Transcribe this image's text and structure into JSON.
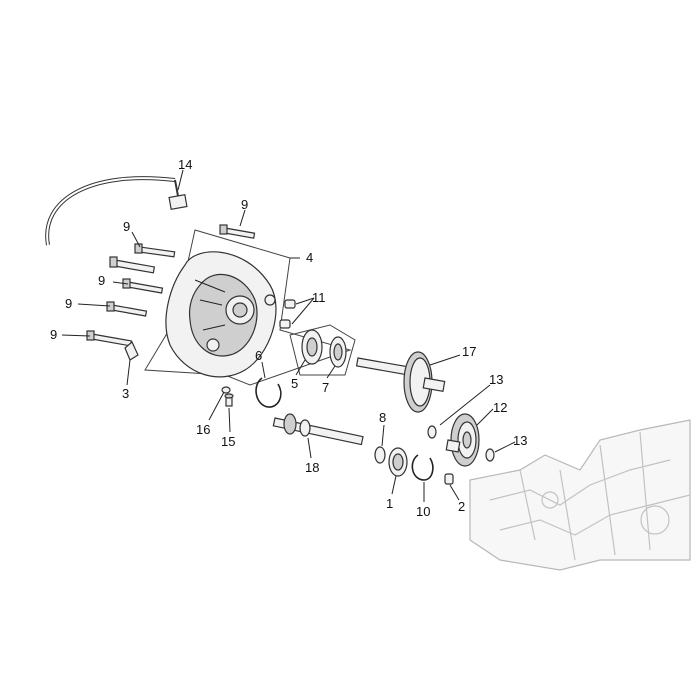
{
  "diagram": {
    "callouts": [
      {
        "id": "c14",
        "text": "14"
      },
      {
        "id": "c9a",
        "text": "9"
      },
      {
        "id": "c9b",
        "text": "9"
      },
      {
        "id": "c9c",
        "text": "9"
      },
      {
        "id": "c9d",
        "text": "9"
      },
      {
        "id": "c9e",
        "text": "9"
      },
      {
        "id": "c4",
        "text": "4"
      },
      {
        "id": "c11",
        "text": "11"
      },
      {
        "id": "c17",
        "text": "17"
      },
      {
        "id": "c6",
        "text": "6"
      },
      {
        "id": "c5",
        "text": "5"
      },
      {
        "id": "c7",
        "text": "7"
      },
      {
        "id": "c3",
        "text": "3"
      },
      {
        "id": "c13a",
        "text": "13"
      },
      {
        "id": "c12",
        "text": "12"
      },
      {
        "id": "c13b",
        "text": "13"
      },
      {
        "id": "c8",
        "text": "8"
      },
      {
        "id": "c16",
        "text": "16"
      },
      {
        "id": "c15",
        "text": "15"
      },
      {
        "id": "c18",
        "text": "18"
      },
      {
        "id": "c1",
        "text": "1"
      },
      {
        "id": "c10",
        "text": "10"
      },
      {
        "id": "c2",
        "text": "2"
      }
    ]
  }
}
